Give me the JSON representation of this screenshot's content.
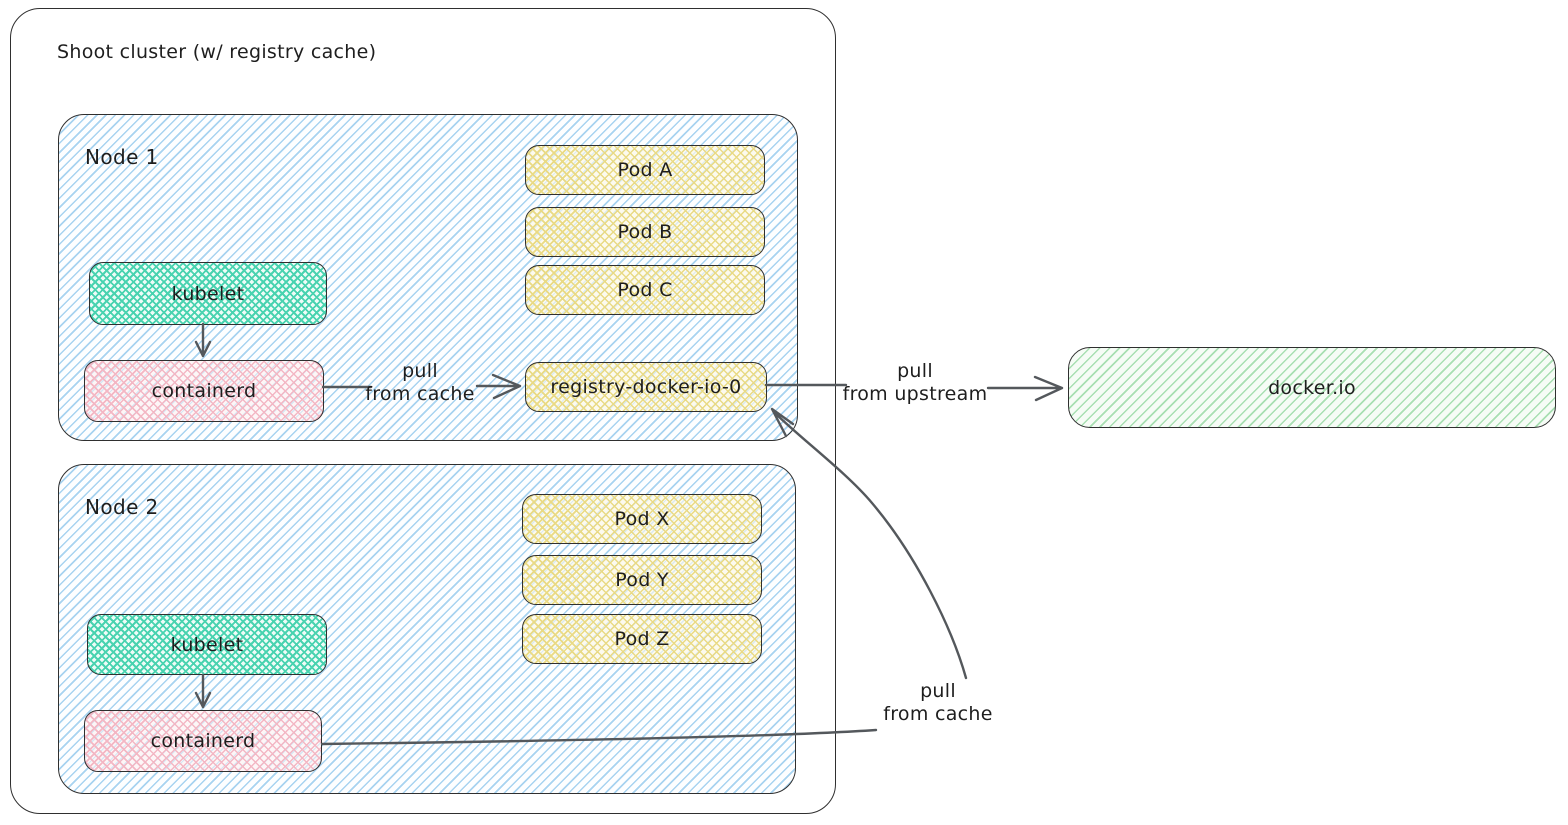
{
  "colors": {
    "box_stroke": "#2f2f2f",
    "arrow_stroke": "#54585c",
    "node_fill": "#a8d3f0",
    "kubelet_fill": "#49d3b0",
    "containerd_fill": "#f3b7c4",
    "pod_fill": "#e9da85",
    "upstream_fill": "#a8dfb2"
  },
  "cluster": {
    "title": "Shoot cluster (w/ registry cache)",
    "nodes": [
      {
        "label": "Node 1",
        "kubelet": "kubelet",
        "containerd": "containerd",
        "pods": [
          "Pod A",
          "Pod B",
          "Pod C"
        ],
        "registry": "registry-docker-io-0"
      },
      {
        "label": "Node 2",
        "kubelet": "kubelet",
        "containerd": "containerd",
        "pods": [
          "Pod X",
          "Pod Y",
          "Pod Z"
        ]
      }
    ],
    "edge_labels": {
      "node1_pull_cache": "pull\nfrom cache",
      "pull_upstream": "pull\nfrom upstream",
      "node2_pull_cache": "pull\nfrom cache"
    },
    "upstream": {
      "label": "docker.io"
    }
  }
}
